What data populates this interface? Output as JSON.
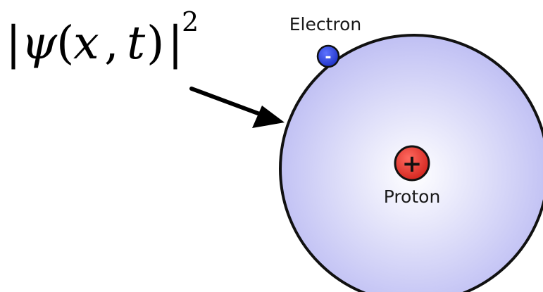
{
  "wavefunction": {
    "left_bar": "|",
    "psi": "ψ",
    "open_paren": "(",
    "x": "x",
    "comma": ",",
    "t": "t",
    "close_paren": ")",
    "right_bar": "|",
    "exponent": "2"
  },
  "electron": {
    "label": "Electron",
    "sign": "-",
    "color": "#3a4ed8"
  },
  "proton": {
    "label": "Proton",
    "sign": "+",
    "color": "#e53a33"
  },
  "probability_cloud": {
    "center_color": "#ffffff",
    "edge_color": "#bcbcf3",
    "outline_color": "#111111"
  },
  "arrow": {
    "color": "#000000"
  }
}
